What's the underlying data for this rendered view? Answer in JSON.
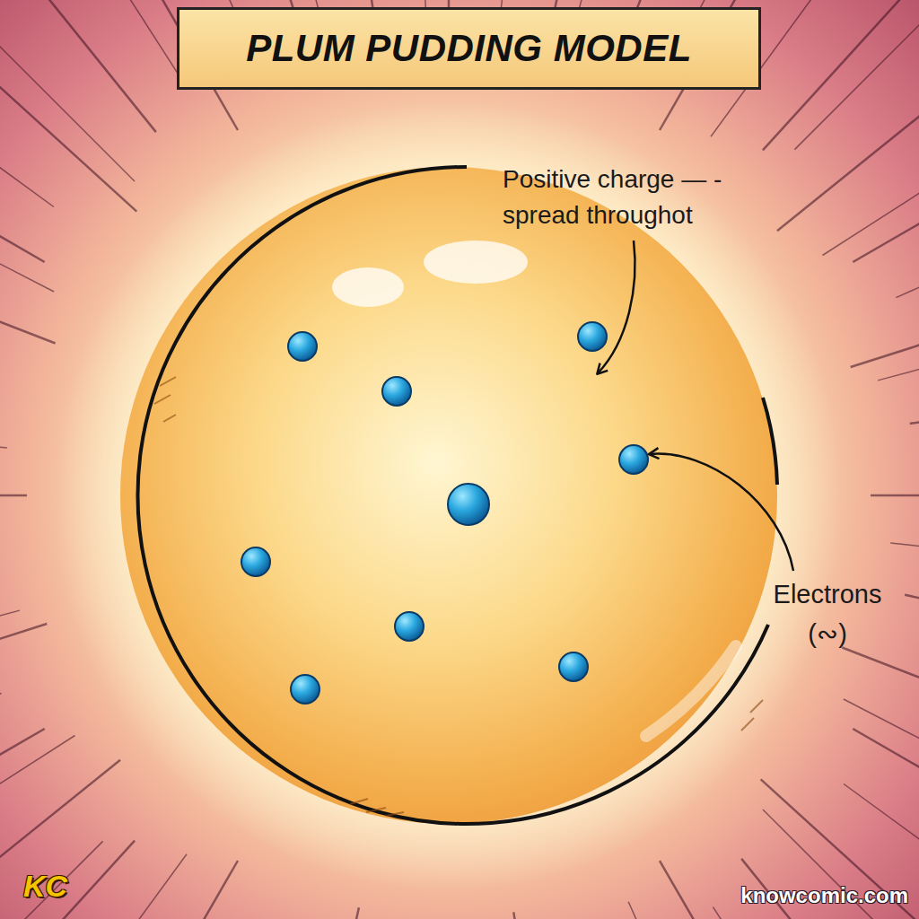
{
  "diagram": {
    "title": "PLUM PUDDING MODEL",
    "labels": [
      "Positive charge — - spread throughot",
      "Electrons (∾)",
      "KC",
      "knowcomic.com"
    ]
  }
}
